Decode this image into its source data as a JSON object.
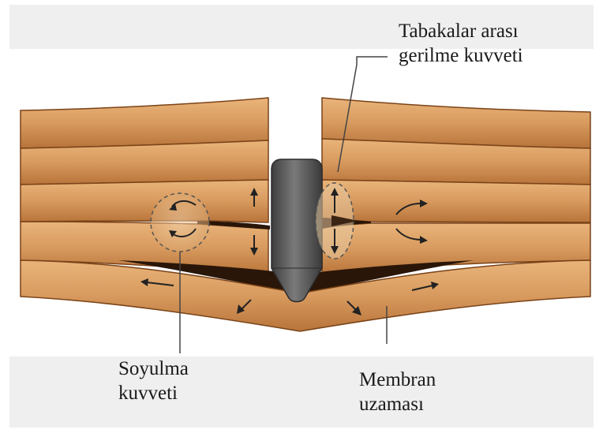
{
  "labels": {
    "interlayer_line1": "Tabakalar arası",
    "interlayer_line2": "gerilme kuvveti",
    "peel_line1": "Soyulma",
    "peel_line2": "kuvveti",
    "membrane_line1": "Membran",
    "membrane_line2": "uzaması"
  },
  "colors": {
    "laminate_fill": "#d89a5e",
    "laminate_dark": "#b46c32",
    "seam": "#5a3315",
    "delamination_gap": "#2a1608",
    "indenter": "#5b5b5b",
    "arrow": "#222222",
    "band": "#efefef"
  },
  "icons": [
    "dashed-circle-icon",
    "indenter-icon",
    "force-arrow-icon"
  ]
}
